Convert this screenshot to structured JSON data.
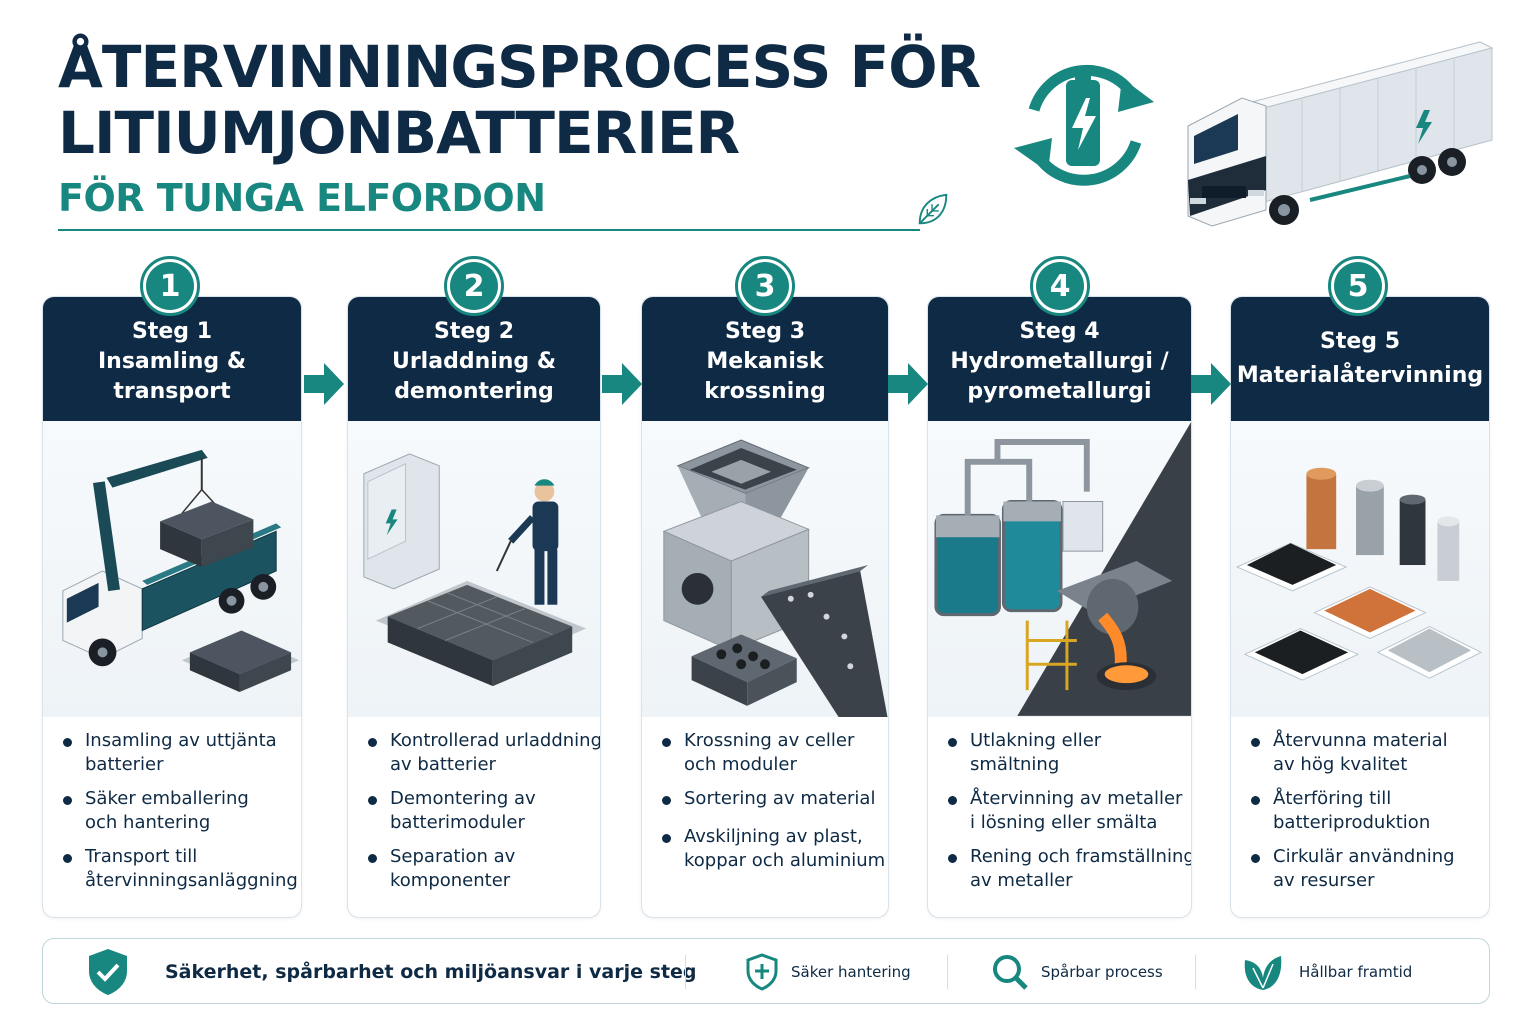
{
  "header": {
    "title_line1": "ÅTERVINNINGSPROCESS FÖR",
    "title_line2": "LITIUMJONBATTERIER",
    "subtitle": "FÖR TUNGA ELFORDON",
    "logo_icon": "recycle-battery-icon",
    "illustration": "electric-truck"
  },
  "colors": {
    "navy": "#0f2a44",
    "teal": "#17877f",
    "border": "#d9e3ea"
  },
  "steps": [
    {
      "number": "1",
      "title_lines": [
        "Steg 1",
        "Insamling &",
        "transport"
      ],
      "illustration": "crane-truck-loading-batteries",
      "bullets": [
        [
          "Insamling av uttjänta",
          "batterier"
        ],
        [
          "Säker emballering",
          "och hantering"
        ],
        [
          "Transport till",
          "återvinningsanläggning"
        ]
      ]
    },
    {
      "number": "2",
      "title_lines": [
        "Steg 2",
        "Urladdning &",
        "demontering"
      ],
      "illustration": "worker-discharging-battery-pack",
      "bullets": [
        [
          "Kontrollerad urladdning",
          "av batterier"
        ],
        [
          "Demontering av",
          "batterimoduler"
        ],
        [
          "Separation av",
          "komponenter"
        ]
      ]
    },
    {
      "number": "3",
      "title_lines": [
        "Steg 3",
        "Mekanisk",
        "krossning"
      ],
      "illustration": "shredder-and-conveyor",
      "bullets": [
        [
          "Krossning av celler",
          "och moduler"
        ],
        [
          "Sortering av material"
        ],
        [
          "Avskiljning av plast,",
          "koppar och aluminium"
        ]
      ]
    },
    {
      "number": "4",
      "title_lines": [
        "Steg 4",
        "Hydrometallurgi /",
        "pyrometallurgi"
      ],
      "illustration": "leaching-tanks-and-smelter",
      "bullets": [
        [
          "Utlakning eller",
          "smältning"
        ],
        [
          "Återvinning av metaller",
          "i lösning eller smälta"
        ],
        [
          "Rening och framställning",
          "av metaller"
        ]
      ]
    },
    {
      "number": "5",
      "title_lines": [
        "Steg 5",
        "Materialåtervinning"
      ],
      "illustration": "recovered-metal-cylinders-and-granules",
      "bullets": [
        [
          "Återvunna material",
          "av hög kvalitet"
        ],
        [
          "Återföring till",
          "batteriproduktion"
        ],
        [
          "Cirkulär användning",
          "av resurser"
        ]
      ]
    }
  ],
  "footer": {
    "main": {
      "icon": "shield-check-icon",
      "label": "Säkerhet, spårbarhet och miljöansvar i varje steg"
    },
    "items": [
      {
        "icon": "shield-plus-icon",
        "label": "Säker hantering"
      },
      {
        "icon": "magnifier-icon",
        "label": "Spårbar process"
      },
      {
        "icon": "leaf-icon",
        "label": "Hållbar framtid"
      }
    ]
  }
}
